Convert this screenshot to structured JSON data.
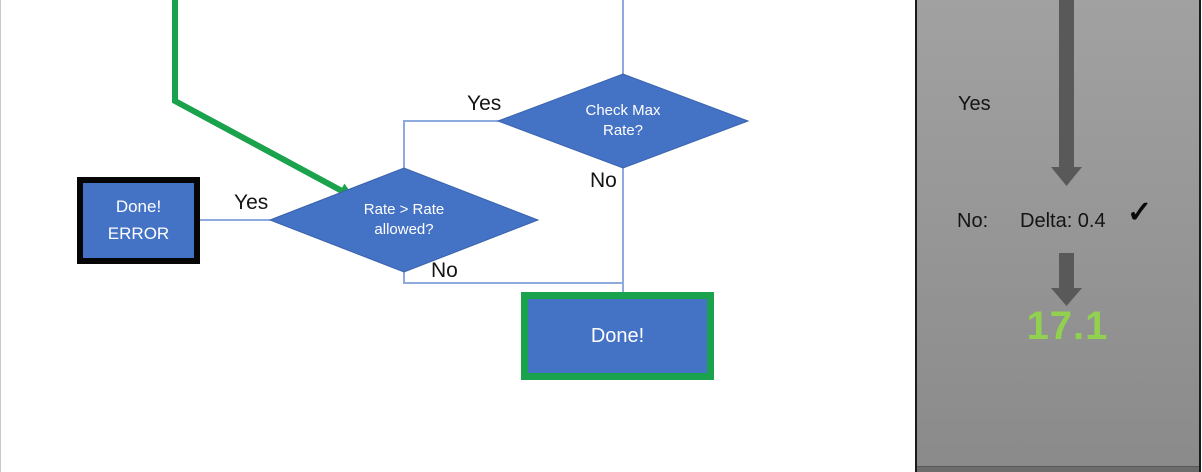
{
  "colors": {
    "node_blue": "#4472C4",
    "connector_blue": "#8FAADC",
    "flow_green": "#1BA24C",
    "result_green": "#92D050",
    "arrow_gray": "#595959",
    "panel_gray": "#969696",
    "error_border_black": "#060606"
  },
  "flowchart": {
    "decision_check_max": {
      "line1": "Check Max",
      "line2": "Rate?"
    },
    "decision_rate_allowed": {
      "line1": "Rate > Rate",
      "line2": "allowed?"
    },
    "done_error_box": {
      "line1": "Done!",
      "line2": "ERROR"
    },
    "done_box": {
      "label": "Done!"
    },
    "branch_labels": {
      "check_max_yes": "Yes",
      "check_max_no": "No",
      "rate_allowed_yes": "Yes",
      "rate_allowed_no": "No"
    }
  },
  "side_panel": {
    "yes_label": "Yes",
    "no_label": "No:",
    "delta_value": "Delta: 0.4",
    "check_mark": "✓",
    "result_value": "17.1"
  }
}
